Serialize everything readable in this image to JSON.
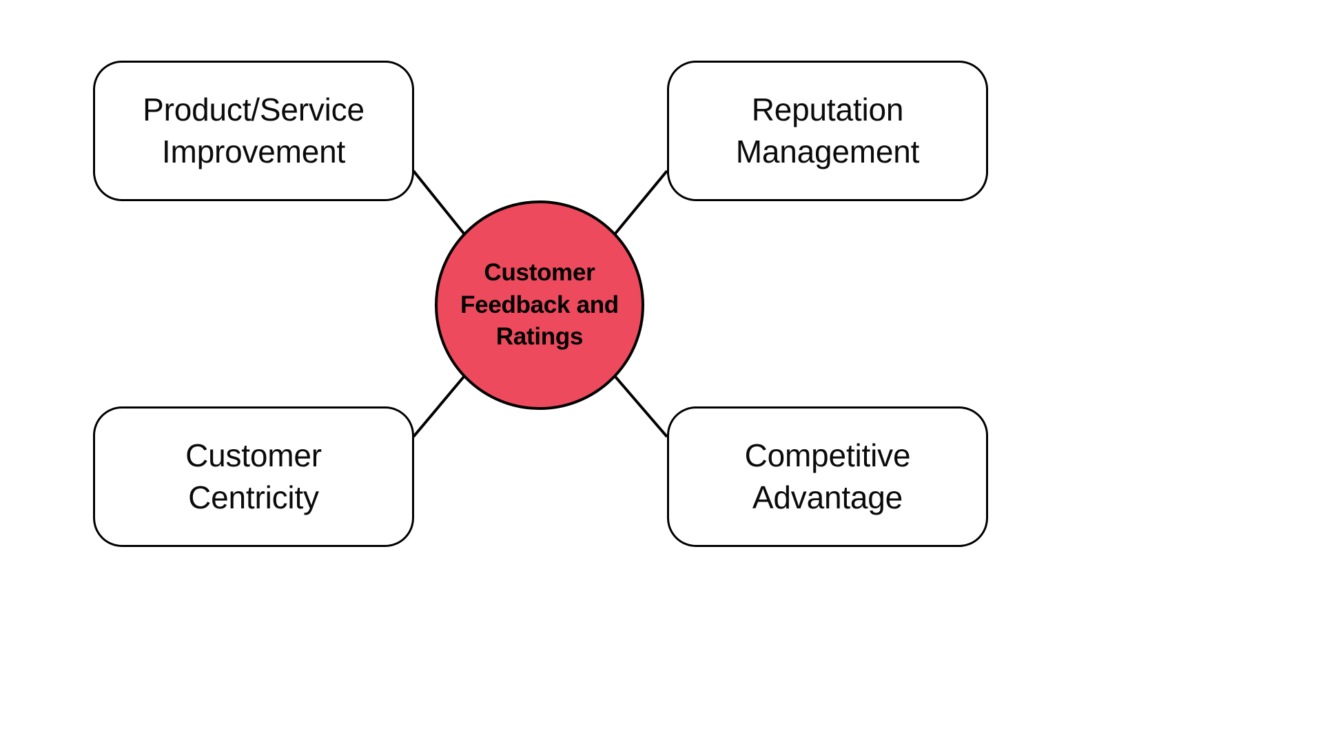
{
  "diagram": {
    "type": "hub-and-spoke",
    "background_color": "#ffffff",
    "hub": {
      "label": "Customer\nFeedback and\nRatings",
      "line1": "Customer",
      "line2": "Feedback and",
      "line3": "Ratings",
      "fill_color": "#ee4a5e",
      "stroke_color": "#000000",
      "text_color": "#000000"
    },
    "nodes": [
      {
        "id": "product-service-improvement",
        "label": "Product/Service\nImprovement",
        "line1": "Product/Service",
        "line2": "Improvement",
        "position": "top-left",
        "fill_color": "#ffffff",
        "stroke_color": "#000000",
        "text_color": "#0b0b0b"
      },
      {
        "id": "reputation-management",
        "label": "Reputation\nManagement",
        "line1": "Reputation",
        "line2": "Management",
        "position": "top-right",
        "fill_color": "#ffffff",
        "stroke_color": "#000000",
        "text_color": "#0b0b0b"
      },
      {
        "id": "customer-centricity",
        "label": "Customer\nCentricity",
        "line1": "Customer",
        "line2": "Centricity",
        "position": "bottom-left",
        "fill_color": "#ffffff",
        "stroke_color": "#000000",
        "text_color": "#0b0b0b"
      },
      {
        "id": "competitive-advantage",
        "label": "Competitive\nAdvantage",
        "line1": "Competitive",
        "line2": "Advantage",
        "position": "bottom-right",
        "fill_color": "#ffffff",
        "stroke_color": "#000000",
        "text_color": "#0b0b0b"
      }
    ],
    "connectors": [
      {
        "from": "hub",
        "to": "product-service-improvement",
        "style": "straight-line",
        "color": "#000000"
      },
      {
        "from": "hub",
        "to": "reputation-management",
        "style": "straight-line",
        "color": "#000000"
      },
      {
        "from": "hub",
        "to": "customer-centricity",
        "style": "straight-line",
        "color": "#000000"
      },
      {
        "from": "hub",
        "to": "competitive-advantage",
        "style": "straight-line",
        "color": "#000000"
      }
    ]
  }
}
